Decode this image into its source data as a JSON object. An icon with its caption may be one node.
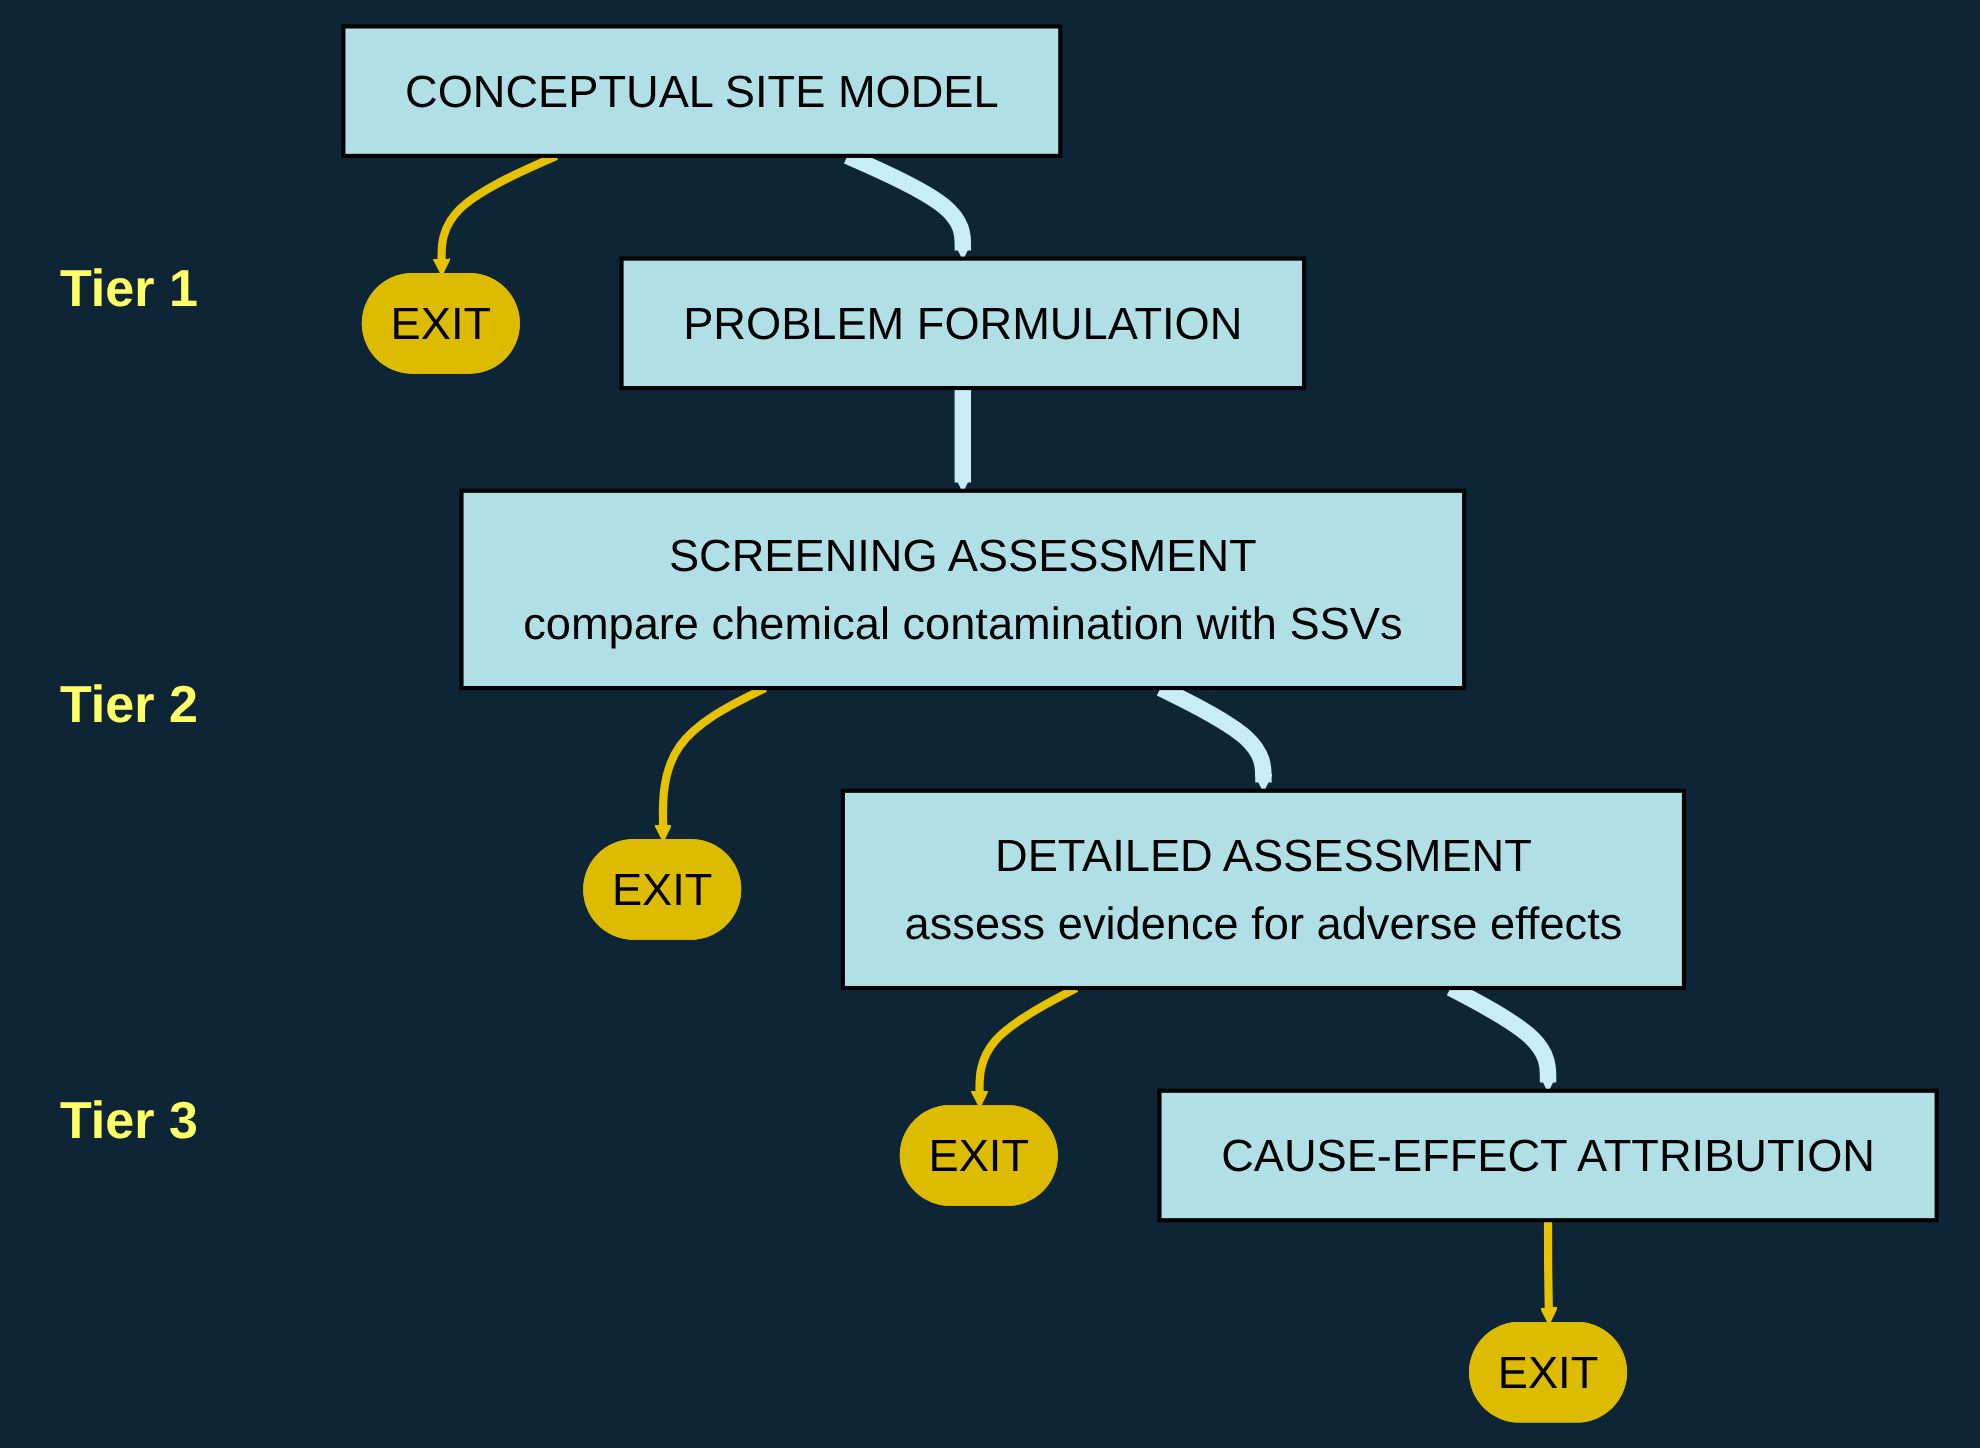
{
  "diagram": {
    "nodes": [
      {
        "text": [
          "CONCEPTUAL SITE MODEL"
        ]
      },
      {
        "text": [
          "EXIT"
        ]
      },
      {
        "text": [
          "PROBLEM FORMULATION"
        ]
      },
      {
        "text": [
          "SCREENING ASSESSMENT",
          "compare chemical contamination with SSVs"
        ]
      },
      {
        "text": [
          "EXIT"
        ]
      },
      {
        "text": [
          "DETAILED ASSESSMENT",
          "assess evidence for adverse effects"
        ]
      },
      {
        "text": [
          "EXIT"
        ]
      },
      {
        "text": [
          "CAUSE-EFFECT ATTRIBUTION"
        ]
      },
      {
        "text": [
          "EXIT"
        ]
      }
    ],
    "edges": [
      {
        "from": 0,
        "to": 1,
        "arrow": "to",
        "color": "#e6c200"
      },
      {
        "from": 0,
        "to": 2,
        "arrow": "to",
        "style": "thick",
        "color": "#c8ecf8"
      },
      {
        "from": 2,
        "to": 3,
        "arrow": "to",
        "style": "thick",
        "color": "#c8ecf8"
      },
      {
        "from": 3,
        "to": 4,
        "arrow": "to",
        "color": "#e6c200"
      },
      {
        "from": 3,
        "to": 5,
        "arrow": "to",
        "style": "thick",
        "color": "#c8ecf8"
      },
      {
        "from": 5,
        "to": 6,
        "arrow": "to",
        "color": "#e6c200"
      },
      {
        "from": 5,
        "to": 7,
        "arrow": "to",
        "style": "thick",
        "color": "#c8ecf8"
      },
      {
        "from": 7,
        "to": 8,
        "arrow": "to",
        "color": "#e6c200"
      }
    ],
    "labels": [
      "Tier 1",
      "Tier 2",
      "Tier 3"
    ]
  }
}
